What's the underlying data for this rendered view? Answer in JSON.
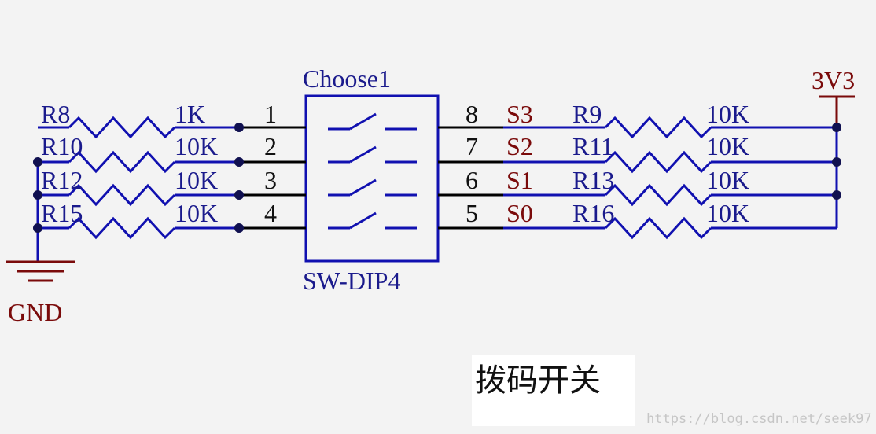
{
  "colors": {
    "background": "#f3f3f3",
    "wire": "#000000",
    "component": "#1010b0",
    "label_blue": "#1a1a8c",
    "label_red": "#7a0a0a",
    "junction": "#101050",
    "text_black": "#111111"
  },
  "switch": {
    "designator": "Choose1",
    "part": "SW-DIP4",
    "left_pins": [
      "1",
      "2",
      "3",
      "4"
    ],
    "right_pins": [
      "8",
      "7",
      "6",
      "5"
    ]
  },
  "left_resistors": [
    {
      "designator": "R8",
      "value": "1K"
    },
    {
      "designator": "R10",
      "value": "10K"
    },
    {
      "designator": "R12",
      "value": "10K"
    },
    {
      "designator": "R15",
      "value": "10K"
    }
  ],
  "right_resistors": [
    {
      "designator": "R9",
      "value": "10K"
    },
    {
      "designator": "R11",
      "value": "10K"
    },
    {
      "designator": "R13",
      "value": "10K"
    },
    {
      "designator": "R16",
      "value": "10K"
    }
  ],
  "net_labels": [
    "S3",
    "S2",
    "S1",
    "S0"
  ],
  "power": {
    "label": "3V3"
  },
  "ground": {
    "label": "GND"
  },
  "caption": "拨码开关",
  "watermark": "https://blog.csdn.net/seek97"
}
